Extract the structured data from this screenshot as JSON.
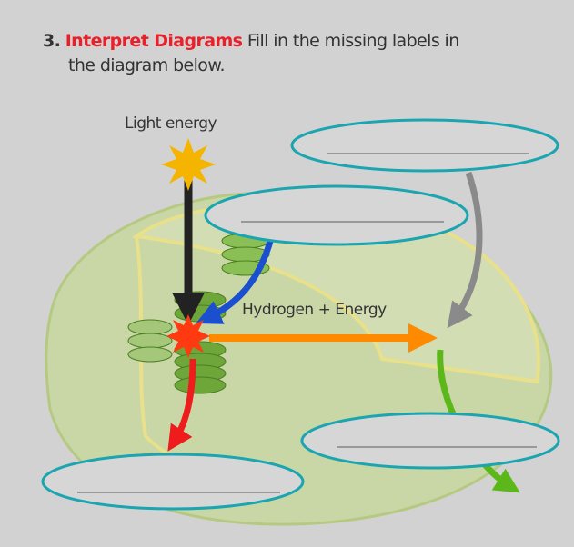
{
  "question": {
    "number": "3.",
    "heading": "Interpret Diagrams",
    "text_line1": "Fill in the missing labels in",
    "text_line2": "the diagram below."
  },
  "diagram": {
    "label_light": "Light energy",
    "label_hydrogen": "Hydrogen + Energy",
    "blanks": [
      "",
      "",
      "",
      ""
    ],
    "colors": {
      "ellipse_stroke": "#1aa5b0",
      "arrow_black": "#222222",
      "arrow_blue": "#1a4fd0",
      "arrow_gray": "#8a8a8a",
      "arrow_orange": "#ff8a00",
      "arrow_red": "#ee1c1c",
      "arrow_green": "#5cb81a",
      "sun": "#f4b400"
    }
  }
}
